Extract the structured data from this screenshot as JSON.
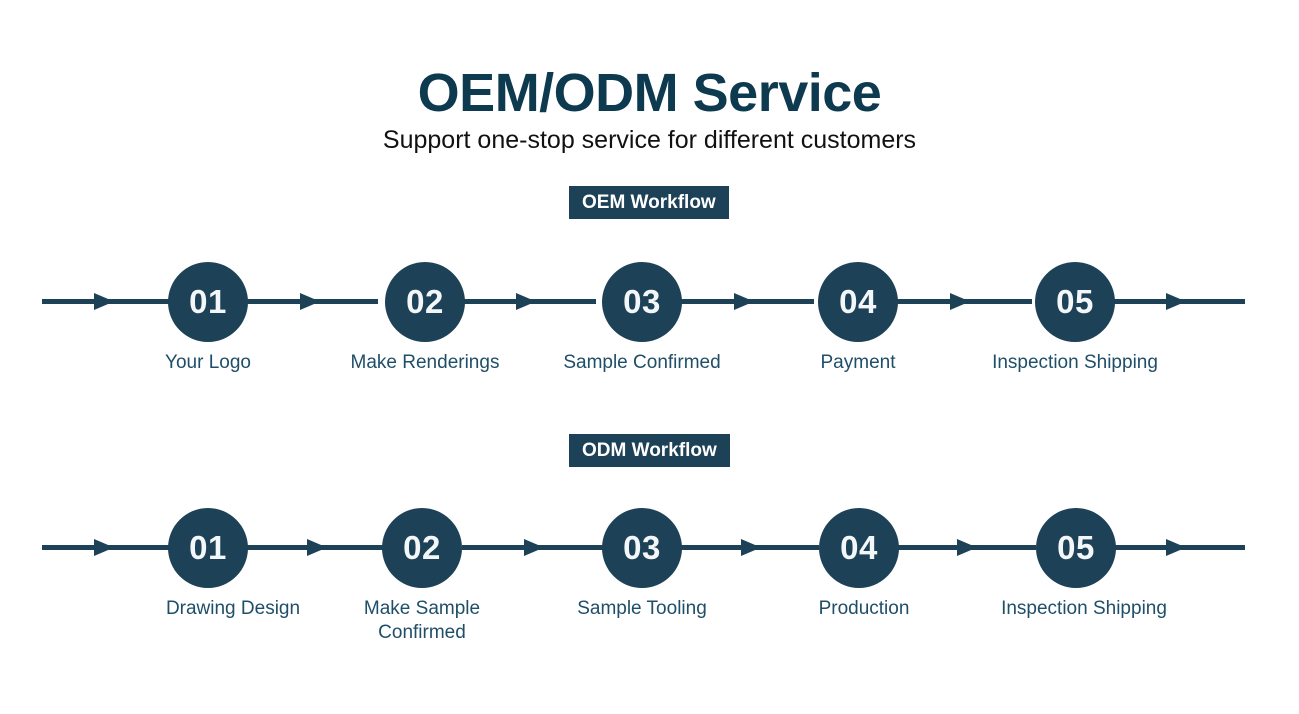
{
  "heading": {
    "title": "OEM/ODM Service",
    "subtitle": "Support one-stop service for different customers"
  },
  "colors": {
    "navy": "#1d4156",
    "title_navy": "#0d3a4f",
    "label_blue": "#1f4e68",
    "badge_text": "#ffffff",
    "node_number": "#f4f7f9",
    "background": "#ffffff"
  },
  "sections": [
    {
      "badge": "OEM Workflow",
      "steps": [
        {
          "number": "01",
          "label": "Your Logo"
        },
        {
          "number": "02",
          "label": "Make Renderings"
        },
        {
          "number": "03",
          "label": "Sample Confirmed"
        },
        {
          "number": "04",
          "label": "Payment"
        },
        {
          "number": "05",
          "label": "Inspection Shipping"
        }
      ]
    },
    {
      "badge": "ODM Workflow",
      "steps": [
        {
          "number": "01",
          "label": "Drawing Design"
        },
        {
          "number": "02",
          "label": "Make Sample\nConfirmed"
        },
        {
          "number": "03",
          "label": "Sample Tooling"
        },
        {
          "number": "04",
          "label": "Production"
        },
        {
          "number": "05",
          "label": "Inspection Shipping"
        }
      ]
    }
  ]
}
